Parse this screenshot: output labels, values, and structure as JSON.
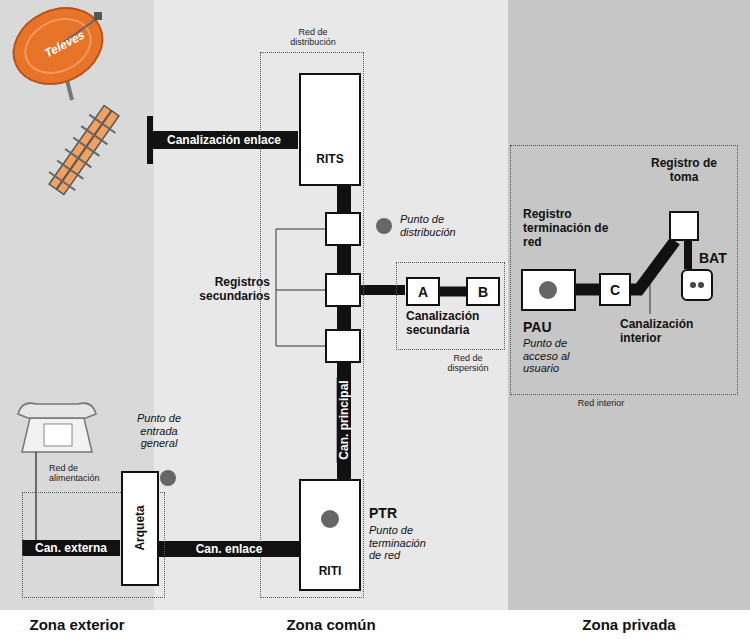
{
  "diagram": {
    "nodes": [
      {
        "text": [
          "Red de distribución"
        ]
      },
      {
        "text": [
          "RITS"
        ],
        "in": 0
      },
      {
        "text": [
          "Red de dispersión"
        ]
      },
      {
        "text": [
          "A"
        ],
        "in": 2
      },
      {
        "text": [
          "B"
        ],
        "in": 2
      },
      {
        "text": [
          "Red interior"
        ]
      },
      {
        "text": [
          "Registro terminación de red",
          "PAU",
          "Punto de acceso al usuario"
        ],
        "in": 5
      },
      {
        "text": [
          "C"
        ],
        "in": 5
      },
      {
        "text": [
          "Registro de toma"
        ],
        "in": 5
      },
      {
        "text": [
          "BAT"
        ],
        "in": 5
      },
      {
        "text": [
          "Red de alimentación"
        ]
      },
      {
        "text": [
          "Arqueta"
        ],
        "in": 10
      },
      {
        "text": [
          "PTR",
          "Punto de terminación de red",
          "RITI"
        ],
        "in": 0
      }
    ],
    "edges": [
      {
        "from": 1,
        "to": 12,
        "arrow": "none",
        "label": "Can. principal"
      },
      {
        "from": 3,
        "to": 4,
        "arrow": "none"
      },
      {
        "from": 6,
        "to": 7,
        "arrow": "none"
      },
      {
        "from": 7,
        "to": 8,
        "arrow": "none"
      },
      {
        "from": 8,
        "to": 9,
        "arrow": "none"
      },
      {
        "from": 11,
        "to": 12,
        "arrow": "none",
        "label": "Can. enlace"
      }
    ],
    "labels": [
      "Televes",
      "Canalización enlace",
      "Registros secundarios",
      "Punto de distribución",
      "Canalización secundaria",
      "Canalización interior",
      "Punto de entrada general",
      "Can. externa",
      "Zona exterior",
      "Zona común",
      "Zona privada"
    ]
  }
}
